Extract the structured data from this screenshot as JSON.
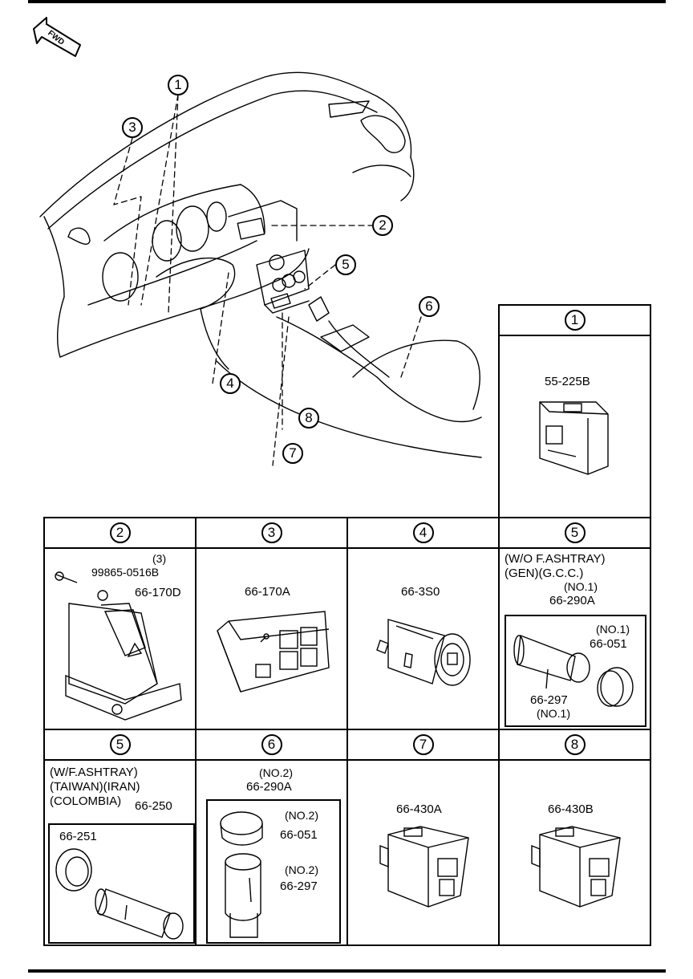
{
  "direction_label": "FWD",
  "callouts": {
    "c1": "1",
    "c2": "2",
    "c3": "3",
    "c4": "4",
    "c5": "5",
    "c6": "6",
    "c7": "7",
    "c8": "8"
  },
  "panels": {
    "p1": {
      "num": "1",
      "part": "55-225B"
    },
    "p2": {
      "num": "2",
      "qty": "(3)",
      "bolt": "99865-0516B",
      "part": "66-170D"
    },
    "p3": {
      "num": "3",
      "part": "66-170A"
    },
    "p4": {
      "num": "4",
      "part": "66-3S0"
    },
    "p5a": {
      "num": "5",
      "cond1": "(W/O F.ASHTRAY)",
      "cond2": "(GEN)(G.C.C.)",
      "no1_a": "(NO.1)",
      "assy": "66-290A",
      "no1_b": "(NO.1)",
      "cap": "66-051",
      "socket": "66-297",
      "no1_c": "(NO.1)"
    },
    "p5b": {
      "num": "5",
      "cond1": "(W/F.ASHTRAY)",
      "cond2": "(TAIWAN)(IRAN)",
      "cond3": "(COLOMBIA)",
      "assy": "66-250",
      "cap": "66-251"
    },
    "p6": {
      "num": "6",
      "no2_a": "(NO.2)",
      "assy": "66-290A",
      "no2_b": "(NO.2)",
      "cap": "66-051",
      "no2_c": "(NO.2)",
      "socket": "66-297"
    },
    "p7": {
      "num": "7",
      "part": "66-430A"
    },
    "p8": {
      "num": "8",
      "part": "66-430B"
    }
  }
}
